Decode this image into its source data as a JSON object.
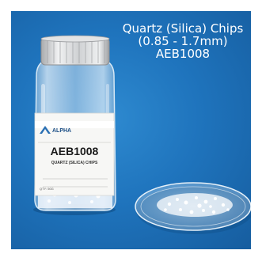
{
  "caption": {
    "line1": "Quartz (Silica) Chips",
    "line2": "(0.85 - 1.7mm)",
    "line3": "AEB1008"
  },
  "label": {
    "brand": "ALPHA",
    "code": "AEB1008",
    "product": "QUARTZ (SILICA) CHIPS",
    "qty": "QTY: 50G"
  },
  "colors": {
    "background_blue": "#1f74bd",
    "label_white": "#f7f7f5",
    "cap_silver": "#d9dadb"
  }
}
